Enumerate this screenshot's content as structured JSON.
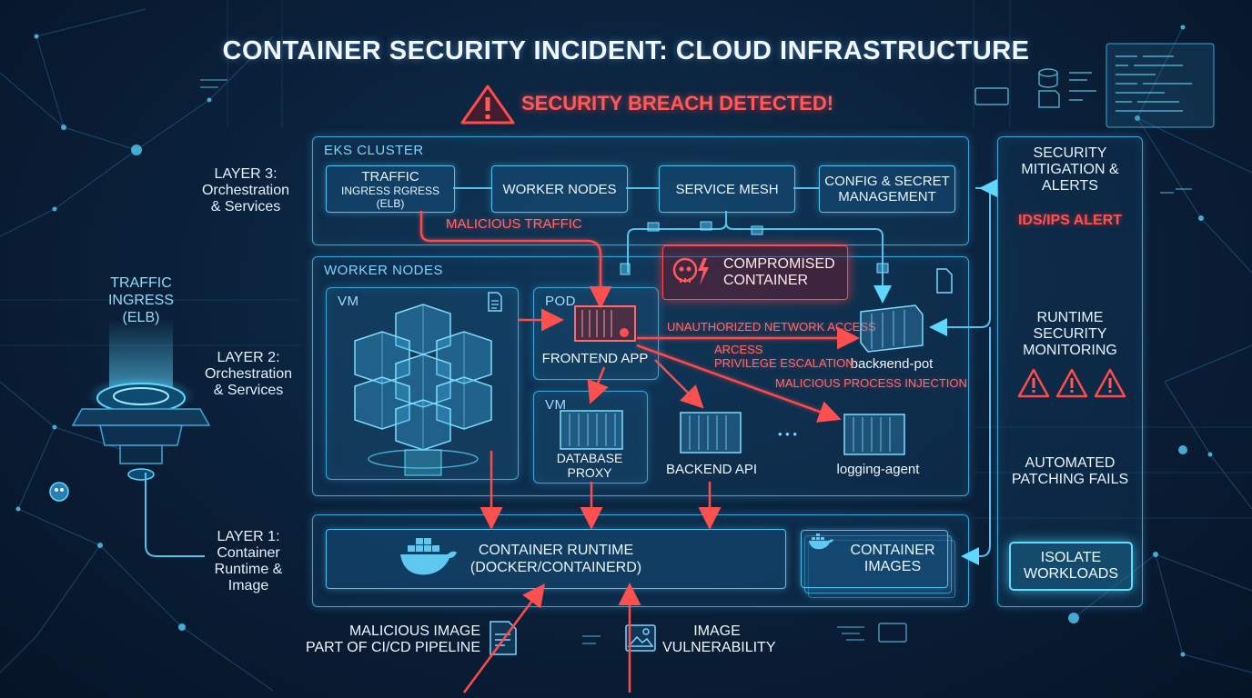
{
  "title": "CONTAINER SECURITY INCIDENT: CLOUD INFRASTRUCTURE",
  "alert_banner": "SECURITY BREACH DETECTED!",
  "layers": {
    "layer3": "LAYER 3:\nOrchestration\n& Services",
    "layer2": "LAYER 2:\nOrchestration\n& Services",
    "layer1": "LAYER 1:\nContainer\nRuntime &\nImage"
  },
  "left_device_label": "TRAFFIC\nINGRESS\n(ELB)",
  "eks_cluster": {
    "title": "EKS CLUSTER",
    "traffic_node": {
      "line1": "TRAFFIC",
      "line2": "INGRESS RGRESS\n(ELB)"
    },
    "worker_nodes": "WORKER NODES",
    "service_mesh": "SERVICE MESH",
    "config_secret": "CONFIG & SECRET\nMANAGEMENT",
    "malicious_traffic": "MALICIOUS TRAFFIC"
  },
  "worker_nodes_panel": {
    "title": "WORKER NODES",
    "vm_label": "VM",
    "pod_label": "POD",
    "vm2_label": "VM",
    "compromised": "COMPROMISED\nCONTAINER",
    "frontend_app": "FRONTEND APP",
    "database_proxy": "DATABASE\nPROXY",
    "backend_api": "BACKEND API",
    "logging_agent": "logging-agent",
    "backend_pot": "backяend-pot",
    "unauthorized": "UNAUTHORIZED NETWORK ACCESS",
    "arcess": "ARCESS",
    "privilege": "PRIVILEGE ESCALATION",
    "process_injection": "MALICIOUS PROCESS INJECTION",
    "dots": "• • •"
  },
  "runtime": {
    "container_runtime": "CONTAINER RUNTIME\n(DOCKER/CONTAINERD)",
    "container_images": "CONTAINER\nIMAGES"
  },
  "bottom": {
    "malicious_image": "MALICIOUS IMAGE\nPART OF CI/CD PIPELINE",
    "image_vuln": "IMAGE\nVULNERABILITY"
  },
  "side_panel": {
    "mitigation": "SECURITY\nMITIGATION &\nALERTS",
    "ids_alert": "IDS/IPS ALERT",
    "runtime_monitor": "RUNTIME\nSECURITY\nMONITORING",
    "auto_patching": "AUTOMATED\nPATCHING FAILS",
    "isolate_button": "ISOLATE\nWORKLOADS"
  },
  "colors": {
    "accent": "#4fc3f0",
    "danger": "#ff4b4b",
    "background": "#0a1f38"
  }
}
